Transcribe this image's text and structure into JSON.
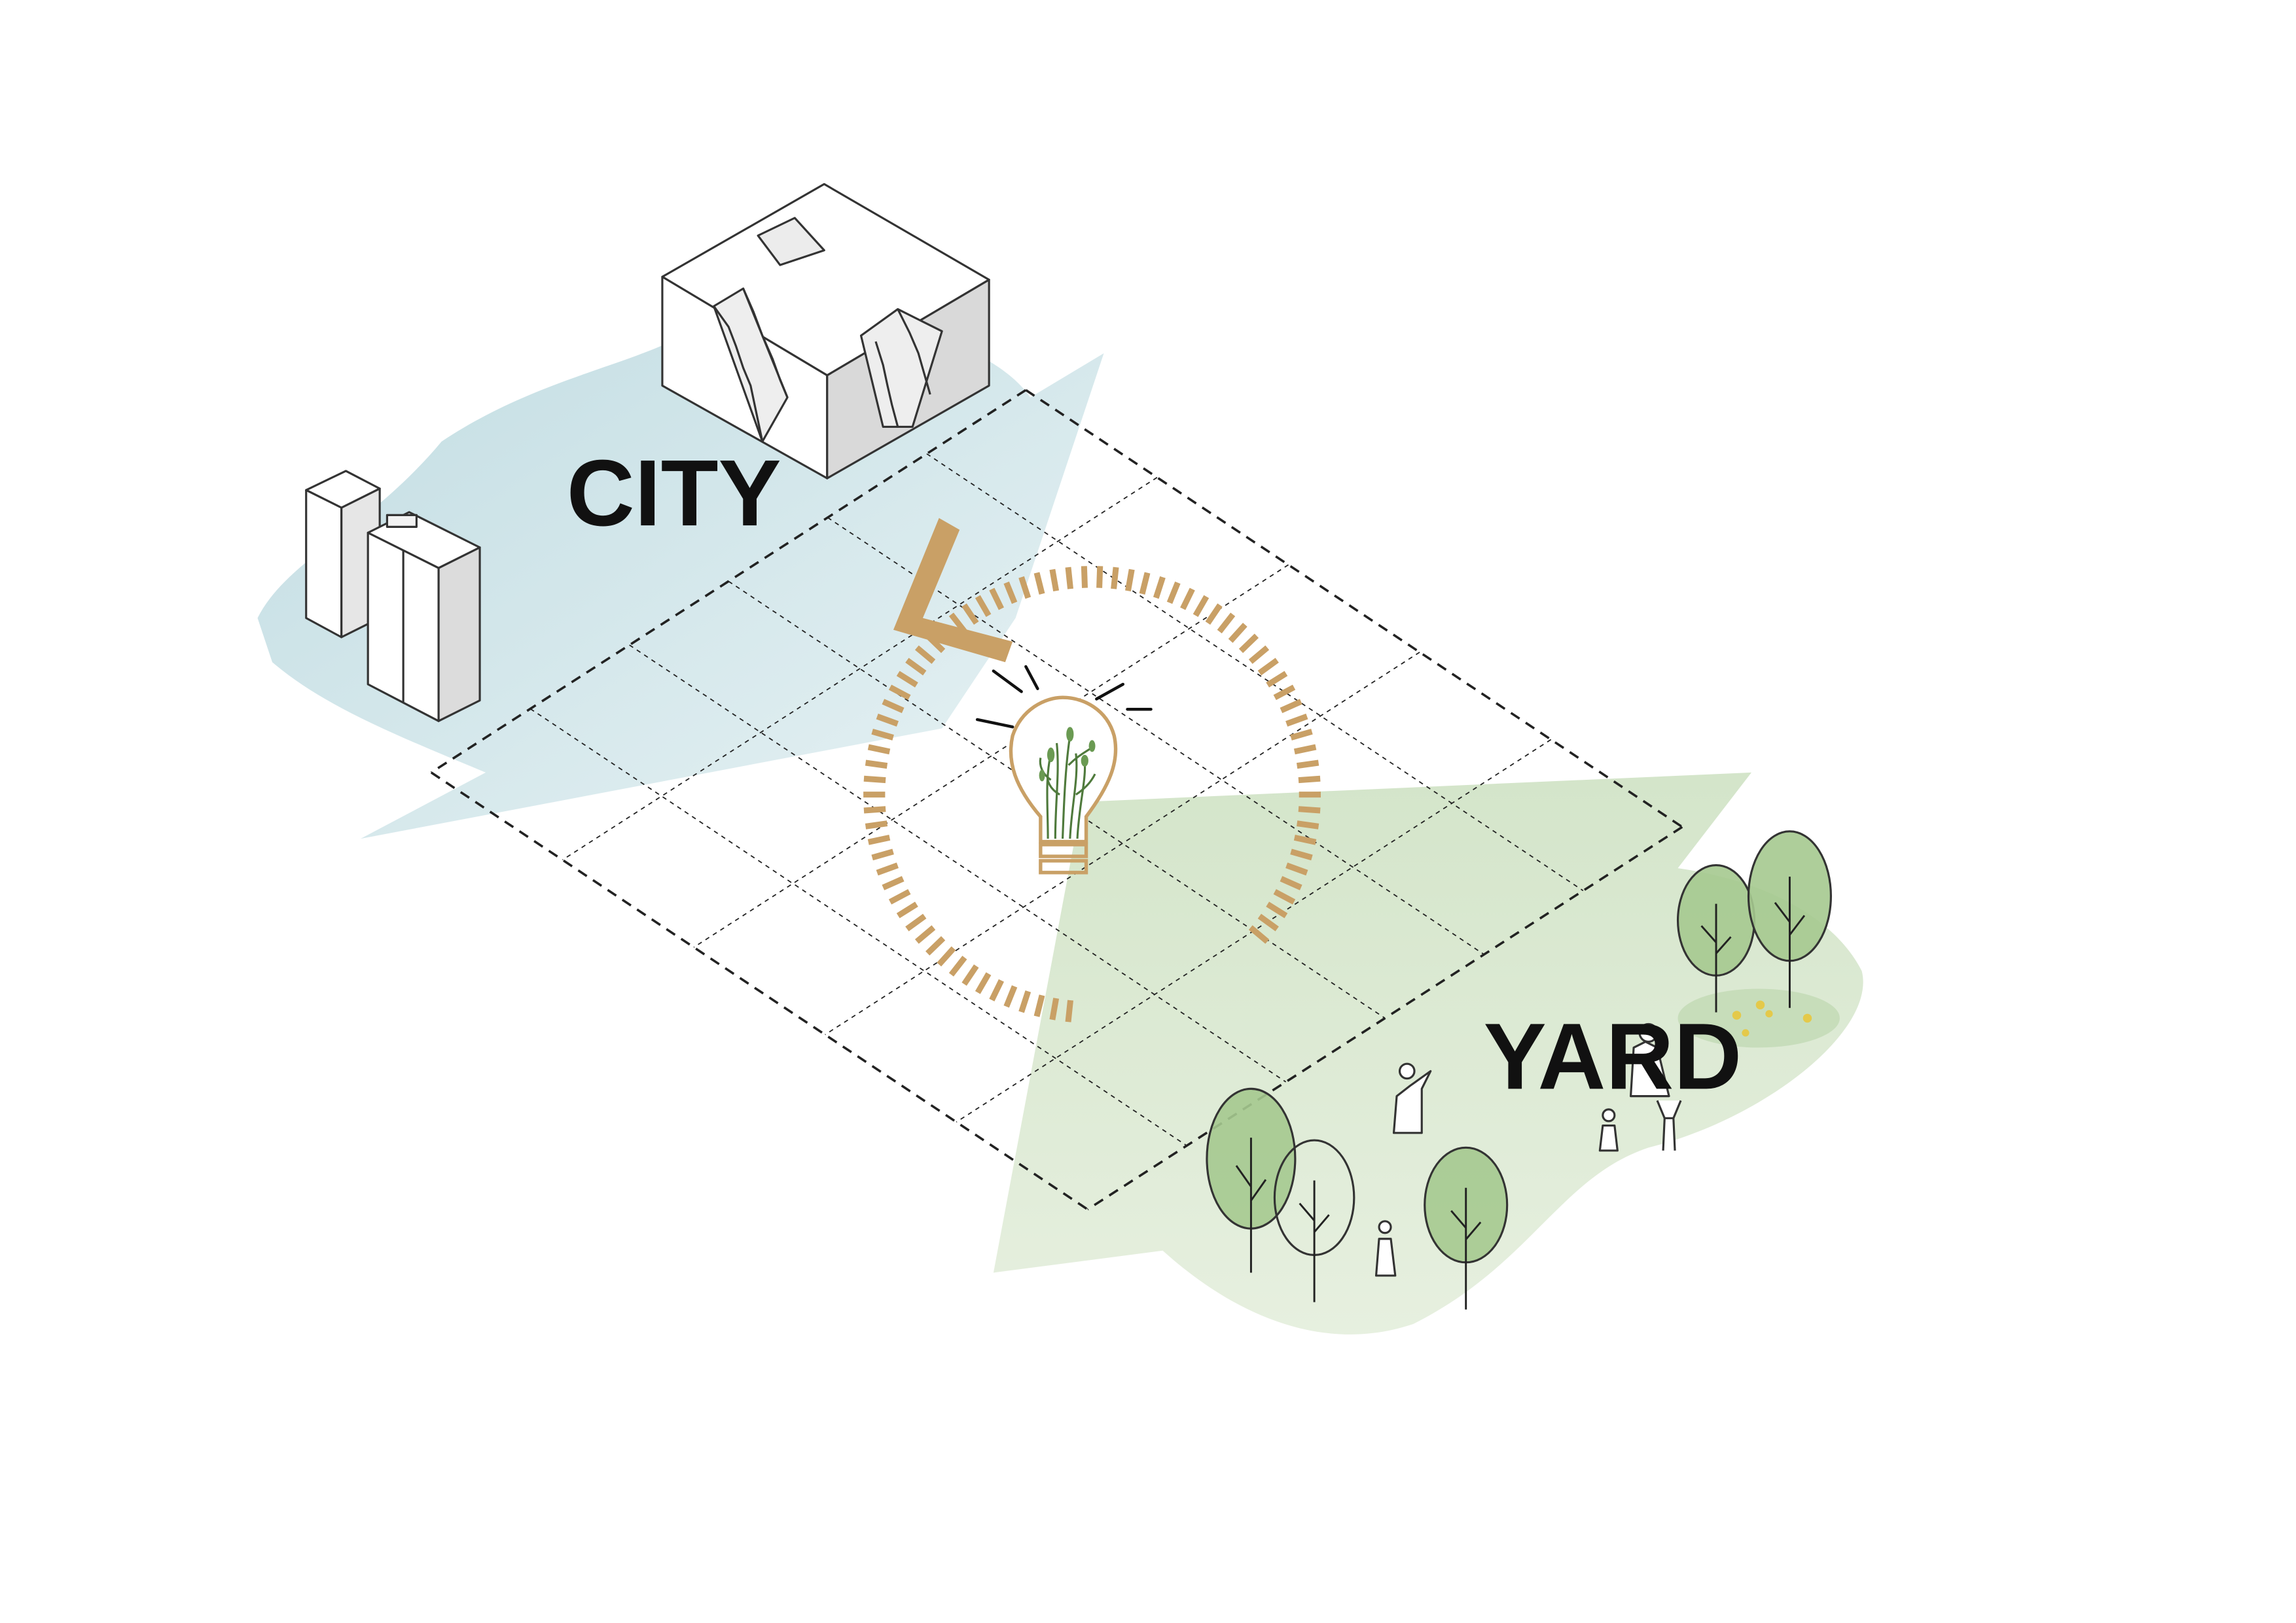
{
  "labels": {
    "city": "CITY",
    "yard": "YARD"
  },
  "colors": {
    "city_zone": "#c3dde3",
    "yard_zone": "#d6e6cd",
    "accent": "#c9a066",
    "tree_fill": "#a5c98f",
    "grid_line": "#222222",
    "building_face_light": "#ffffff",
    "building_face_shade": "#d9d9d9"
  },
  "icons": {
    "idea": "lightbulb-with-plants-icon",
    "direction": "chevron-left-icon",
    "cycle": "dashed-arc-icon"
  },
  "grid": {
    "cols": 5,
    "rows": 6
  }
}
